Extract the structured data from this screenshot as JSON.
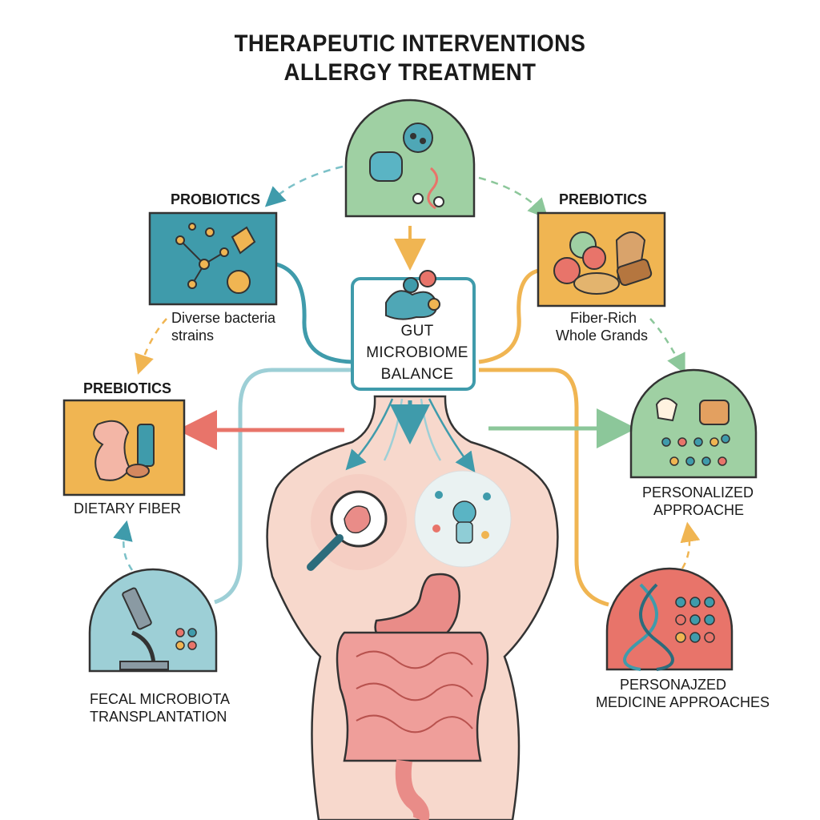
{
  "title": {
    "line1": "THERAPEUTIC INTERVENTIONS",
    "line2": "ALLERGY TREATMENT"
  },
  "center": {
    "line1": "GUT",
    "line2": "MICROBIOME",
    "line3": "BALANCE"
  },
  "nodes": {
    "probiotics": {
      "heading": "PROBIOTICS",
      "caption1": "Diverse bacteria",
      "caption2": "strains"
    },
    "prebiotics_right": {
      "heading": "PREBIOTICS",
      "caption1": "Fiber-Rich",
      "caption2": "Whole Grands"
    },
    "prebiotics_left": {
      "heading": "PREBIOTICS",
      "caption1": "DIETARY FIBER"
    },
    "personalized_approach": {
      "caption1": "PERSONALIZED",
      "caption2": "APPROACHE"
    },
    "fmt": {
      "caption1": "FECAL MICROBIOTA",
      "caption2": "TRANSPLANTATION"
    },
    "personalized_medicine": {
      "caption1": "PERSONAJZED",
      "caption2": "MEDICINE APPROACHES"
    }
  },
  "colors": {
    "teal": "#3f9bab",
    "green": "#9fd0a3",
    "orange": "#f0b552",
    "coral": "#e8746a",
    "light_blue": "#9dcfd6",
    "skin": "#f7d8cc",
    "gut": "#e98c88"
  }
}
